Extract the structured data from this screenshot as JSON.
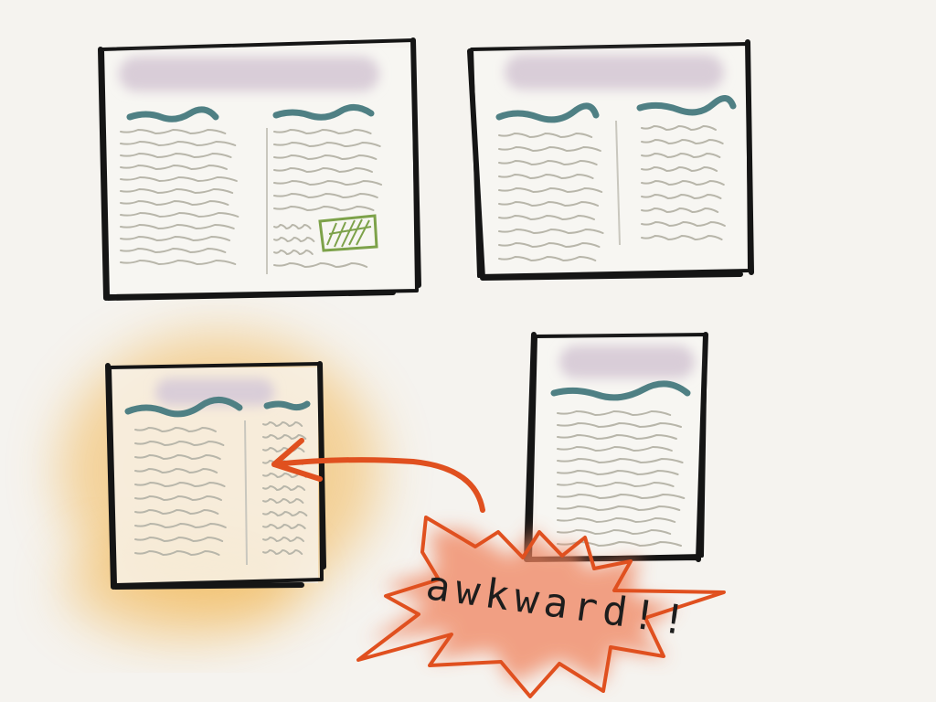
{
  "annotation": {
    "text": "awkward!!"
  },
  "colors": {
    "frame": "#151515",
    "heading_blur": "#d9cdd8",
    "heading_squiggle": "#4f8084",
    "text_line": "#b8b6aa",
    "divider": "#c9c7be",
    "image_placeholder": "#7da24a",
    "glow": "#f2b550",
    "burst_fill": "#f0845e",
    "burst_stroke": "#e0501f",
    "arrow": "#e0501f"
  },
  "layouts": [
    {
      "label": "landscape-two-column-with-image",
      "columns": 2,
      "has_image": true
    },
    {
      "label": "landscape-two-column",
      "columns": 2,
      "has_image": false
    },
    {
      "label": "portrait-two-column-awkward",
      "columns": 2,
      "has_image": false,
      "highlighted": true
    },
    {
      "label": "portrait-single-column",
      "columns": 1,
      "has_image": false
    }
  ],
  "icons": [
    "arrow-icon",
    "burst-icon"
  ]
}
